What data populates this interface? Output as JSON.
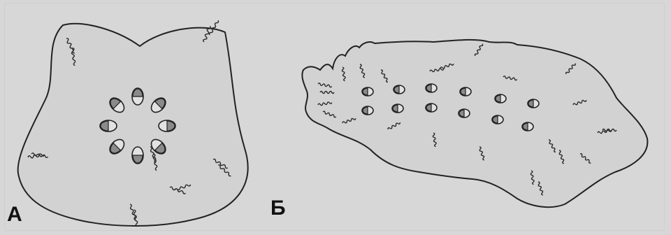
{
  "figure": {
    "panels": [
      {
        "id": "a",
        "label": "А",
        "shape": "cross-section-bulb"
      },
      {
        "id": "b",
        "label": "Б",
        "shape": "elongated-section"
      }
    ],
    "colors": {
      "background": "#d7d7d7",
      "tissue": "#d2d2d2",
      "outline": "#222222",
      "bundle_dark": "#8a8a8a",
      "bundle_light": "#e2e2e2"
    }
  }
}
